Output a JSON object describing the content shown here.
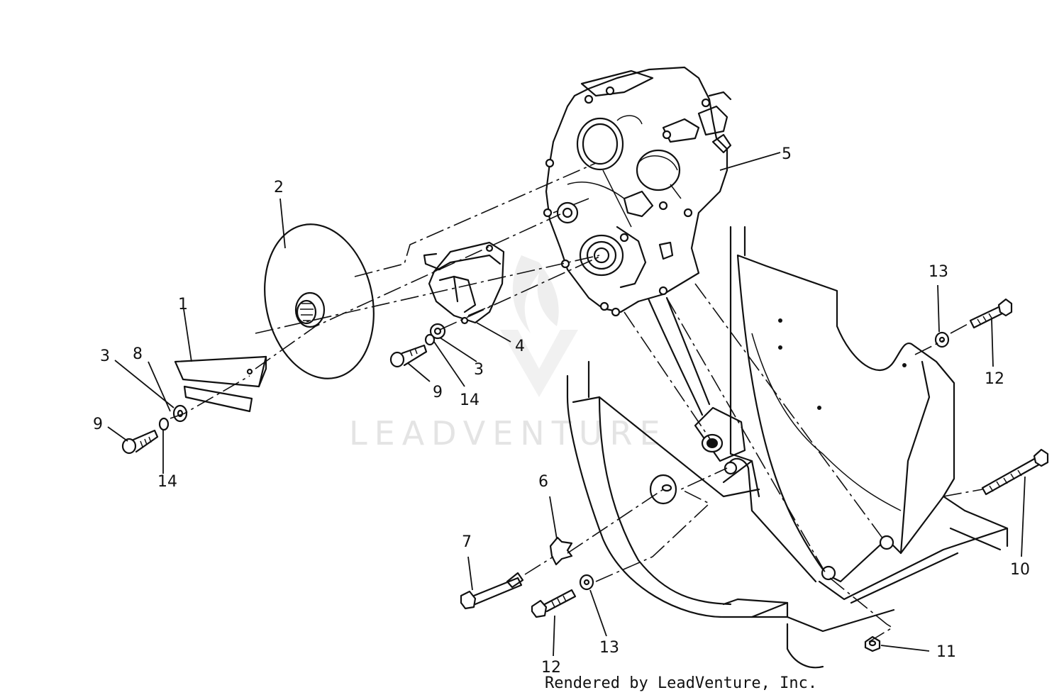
{
  "watermark": {
    "text": "LEADVENTURE"
  },
  "footer": {
    "text": "Rendered by LeadVenture, Inc."
  },
  "callouts": [
    {
      "id": "c1",
      "label": "1"
    },
    {
      "id": "c2",
      "label": "2"
    },
    {
      "id": "c3a",
      "label": "3"
    },
    {
      "id": "c3b",
      "label": "3"
    },
    {
      "id": "c4",
      "label": "4"
    },
    {
      "id": "c5",
      "label": "5"
    },
    {
      "id": "c6",
      "label": "6"
    },
    {
      "id": "c7",
      "label": "7"
    },
    {
      "id": "c8",
      "label": "8"
    },
    {
      "id": "c9a",
      "label": "9"
    },
    {
      "id": "c9b",
      "label": "9"
    },
    {
      "id": "c10",
      "label": "10"
    },
    {
      "id": "c11",
      "label": "11"
    },
    {
      "id": "c12a",
      "label": "12"
    },
    {
      "id": "c12b",
      "label": "12"
    },
    {
      "id": "c13a",
      "label": "13"
    },
    {
      "id": "c13b",
      "label": "13"
    },
    {
      "id": "c14a",
      "label": "14"
    },
    {
      "id": "c14b",
      "label": "14"
    }
  ]
}
